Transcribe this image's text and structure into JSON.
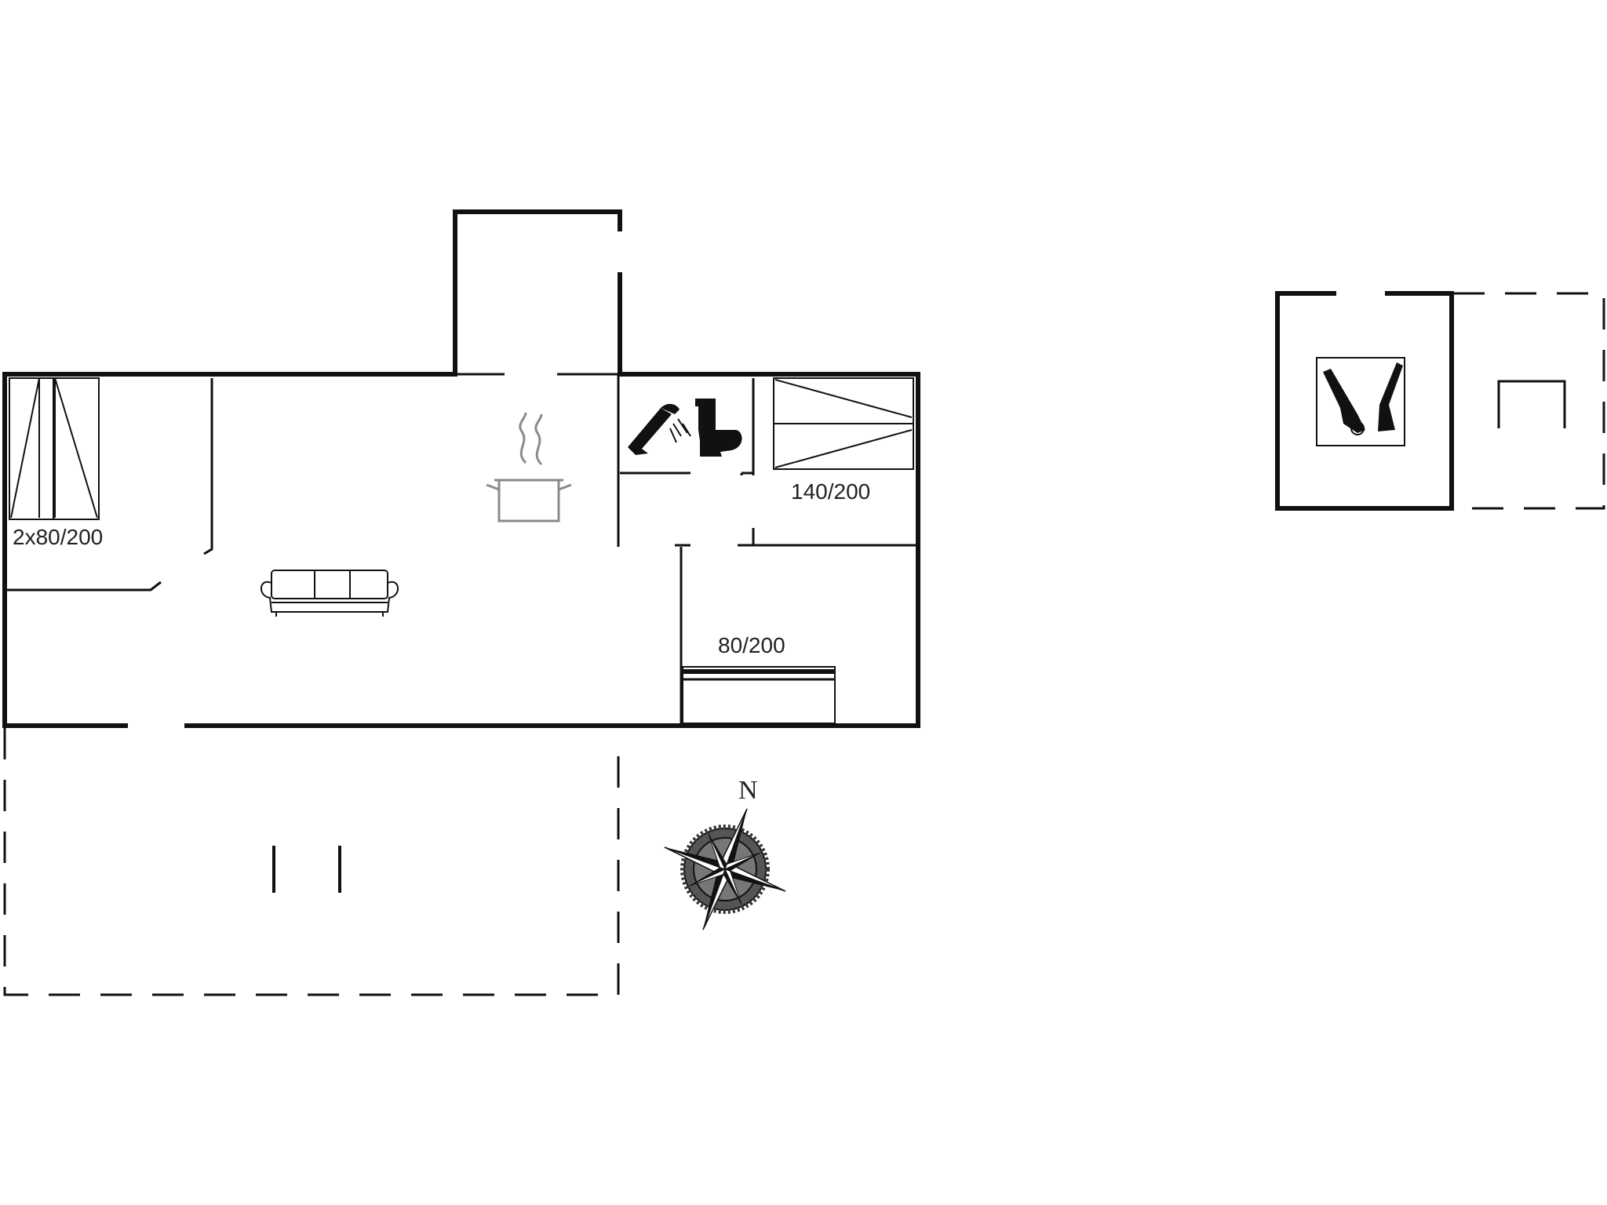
{
  "labels": {
    "bedroom_left": "2x80/200",
    "bedroom_right_top": "140/200",
    "bedroom_right_bottom": "80/200"
  },
  "compass": {
    "north": "N"
  },
  "colors": {
    "wall": "#111111",
    "fixture_grey": "#8a8a8a",
    "background": "#ffffff"
  },
  "icons": [
    "bed-icon",
    "stove-icon",
    "sofa-icon",
    "shower-icon",
    "toilet-icon",
    "compass-rose-icon",
    "outdoor-shower-icon"
  ]
}
